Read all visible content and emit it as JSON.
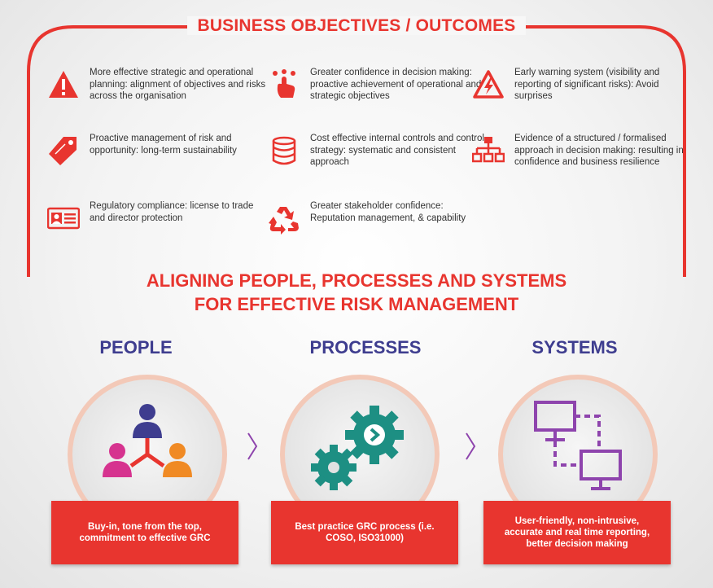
{
  "business_objectives": {
    "title": "BUSINESS OBJECTIVES / OUTCOMES",
    "items": [
      {
        "text": "More effective strategic and operational planning: alignment of objectives and risks across the organisation",
        "icon": "warning-triangle-icon"
      },
      {
        "text": "Greater confidence in decision making: proactive achievement of operational and strategic objectives",
        "icon": "hand-pointer-icon"
      },
      {
        "text": "Early warning system (visibility and reporting of significant risks): Avoid surprises",
        "icon": "high-voltage-icon"
      },
      {
        "text": "Proactive management of risk and opportunity: long-term sustainability",
        "icon": "tag-icon"
      },
      {
        "text": "Cost effective internal controls and control strategy: systematic and consistent approach",
        "icon": "database-icon"
      },
      {
        "text": "Evidence of a structured / formalised approach in decision making: resulting in confidence and business resilience",
        "icon": "org-chart-icon"
      },
      {
        "text": "Regulatory compliance: license to trade and director protection",
        "icon": "id-card-icon"
      },
      {
        "text": "Greater stakeholder confidence: Reputation management, & capability",
        "icon": "recycle-icon"
      }
    ]
  },
  "aligning": {
    "title_line1": "ALIGNING PEOPLE, PROCESSES AND SYSTEMS",
    "title_line2": "FOR EFFECTIVE RISK MANAGEMENT",
    "columns": [
      {
        "title": "PEOPLE",
        "text": "Buy-in, tone from the top, commitment to effective GRC",
        "icon": "people-network-icon"
      },
      {
        "title": "PROCESSES",
        "text": "Best practice GRC process (i.e. COSO, ISO31000)",
        "icon": "gears-icon"
      },
      {
        "title": "SYSTEMS",
        "text": "User-friendly, non-intrusive, accurate and real time reporting, better decision making",
        "icon": "networked-monitors-icon"
      }
    ]
  },
  "colors": {
    "red": "#e8352f",
    "navy": "#3e3d8f",
    "purple": "#8e44ad",
    "teal": "#1d8f83",
    "magenta": "#d6338f",
    "orange": "#f08a24",
    "circle_border": "#f3c9b8"
  }
}
